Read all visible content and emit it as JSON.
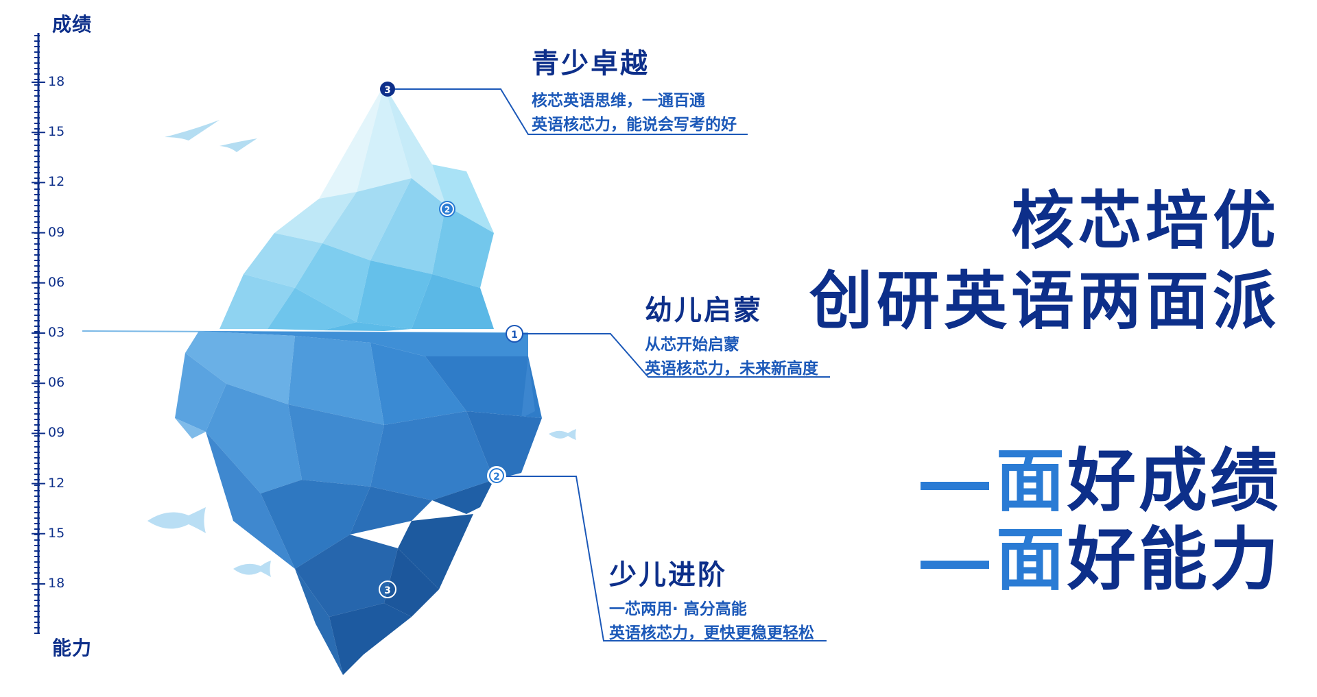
{
  "ruler": {
    "top_label": "成绩",
    "bottom_label": "能力",
    "ticks": [
      "18",
      "15",
      "12",
      "09",
      "06",
      "03",
      "06",
      "09",
      "12",
      "15",
      "18"
    ]
  },
  "annotations": [
    {
      "marker": "3",
      "title": "青少卓越",
      "lines": [
        "核芯英语思维，一通百通",
        "英语核芯力，能说会写考的好"
      ]
    },
    {
      "marker": "1",
      "title": "幼儿启蒙",
      "lines": [
        "从芯开始启蒙",
        "英语核芯力，未来新高度"
      ]
    },
    {
      "marker": "2",
      "title": "少儿进阶",
      "lines": [
        "一芯两用· 高分高能",
        "英语核芯力，更快更稳更轻松"
      ]
    }
  ],
  "iceberg_markers": {
    "upper_2": "2",
    "lower_3": "3"
  },
  "headline": {
    "line1": "核芯培优",
    "line2": "创研英语两面派"
  },
  "slogans": [
    {
      "accent": "面",
      "rest": "好成绩"
    },
    {
      "accent": "面",
      "rest": "好能力"
    }
  ],
  "colors": {
    "navy": "#0d2f8a",
    "blue": "#1b58b8",
    "accent": "#2a7bd4",
    "ice_light": "#bfe9f7",
    "ice_deep": "#1f5fa6"
  }
}
